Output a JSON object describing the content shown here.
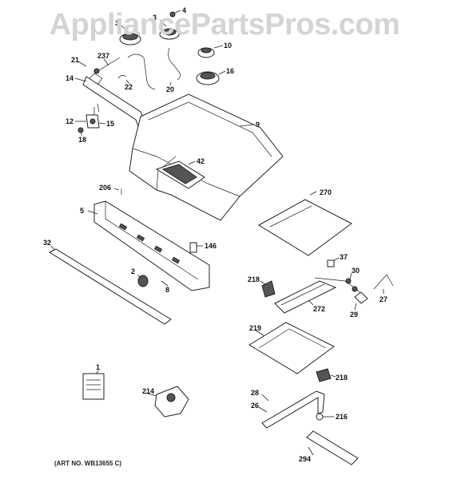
{
  "watermark": "AppliancePartsPros.com",
  "art_number": "(ART NO. WB13655 C)",
  "callouts": {
    "c1": "1",
    "c2": "2",
    "c3": "3",
    "c3b": "3",
    "c4": "4",
    "c5": "5",
    "c8": "8",
    "c9": "9",
    "c10": "10",
    "c12": "12",
    "c14": "14",
    "c15": "15",
    "c16": "16",
    "c18": "18",
    "c20": "20",
    "c21": "21",
    "c22": "22",
    "c26": "26",
    "c27": "27",
    "c28": "28",
    "c29": "29",
    "c30": "30",
    "c32": "32",
    "c37": "37",
    "c42": "42",
    "c146": "146",
    "c206": "206",
    "c214": "214",
    "c216": "216",
    "c218a": "218",
    "c218b": "218",
    "c219": "219",
    "c237": "237",
    "c270": "270",
    "c272": "272",
    "c294": "294"
  }
}
